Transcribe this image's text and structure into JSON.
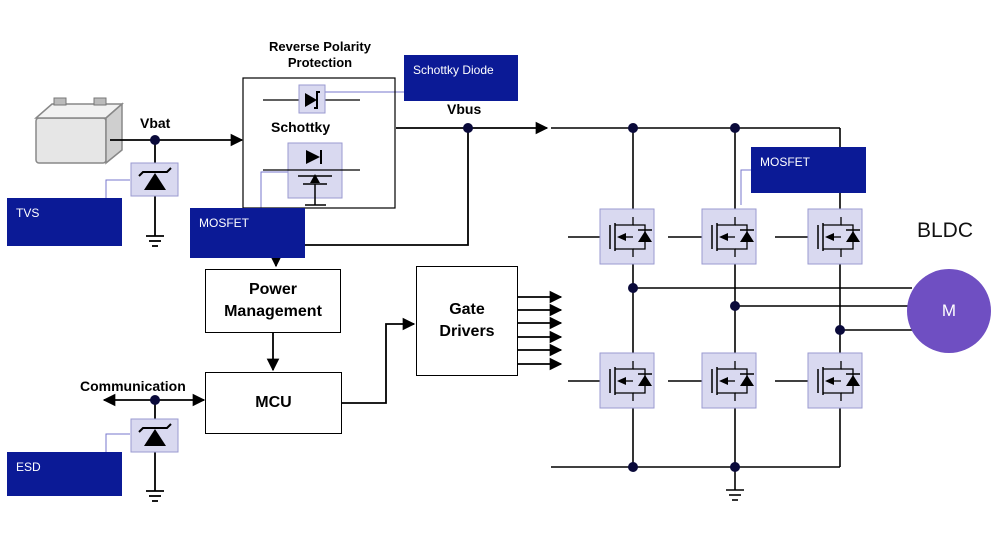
{
  "labels": {
    "vbat": "Vbat",
    "vbus": "Vbus",
    "reverse_polarity_line1": "Reverse Polarity",
    "reverse_polarity_line2": "Protection",
    "schottky": "Schottky",
    "communication": "Communication",
    "bldc": "BLDC"
  },
  "tags": {
    "schottky_diode": "Schottky Diode",
    "mosfet_top": "MOSFET",
    "mosfet_rp": "MOSFET",
    "tvs": "TVS",
    "esd": "ESD"
  },
  "blocks": {
    "power_management_line1": "Power",
    "power_management_line2": "Management",
    "mcu": "MCU",
    "gate_drivers_line1": "Gate",
    "gate_drivers_line2": "Drivers"
  },
  "motor": {
    "label": "M",
    "color": "#6f4fc2"
  },
  "colors": {
    "tag_fill": "#0b1a96",
    "component_fill": "#d9d9f0",
    "component_border": "#9a9ad0"
  }
}
